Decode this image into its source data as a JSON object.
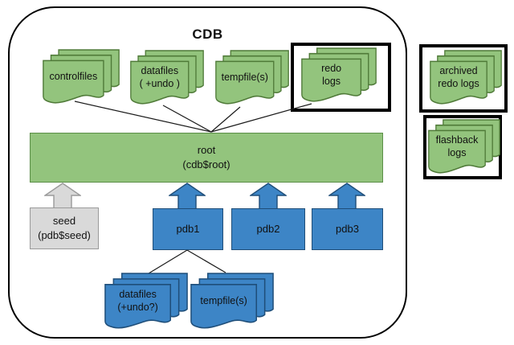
{
  "title": "CDB",
  "colors": {
    "green-fill": "#93c47d",
    "green-stroke": "#4f7a38",
    "root-stroke": "#5b8f47",
    "blue-fill": "#3d85c6",
    "blue-stroke": "#1f4e79",
    "gray-fill": "#d9d9d9",
    "gray-stroke": "#9a9a9a",
    "line-color": "#1a1a1a",
    "outline": "#000000"
  },
  "cdb": {
    "stacks": {
      "controlfiles": {
        "label": "controlfiles"
      },
      "datafiles": {
        "line1": "datafiles",
        "line2": "( +undo )"
      },
      "tempfiles": {
        "label": "tempfile(s)"
      },
      "redo_logs": {
        "line1": "redo",
        "line2": "logs"
      }
    },
    "root": {
      "line1": "root",
      "line2": "(cdb$root)"
    },
    "seed": {
      "line1": "seed",
      "line2": "(pdb$seed)"
    },
    "pdbs": [
      {
        "label": "pdb1"
      },
      {
        "label": "pdb2"
      },
      {
        "label": "pdb3"
      }
    ],
    "pdb1_stacks": {
      "datafiles": {
        "line1": "datafiles",
        "line2": "(+undo?)"
      },
      "tempfiles": {
        "label": "tempfile(s)"
      }
    }
  },
  "external": {
    "archived_redo_logs": {
      "line1": "archived",
      "line2": "redo logs"
    },
    "flashback_logs": {
      "line1": "flashback",
      "line2": "logs"
    }
  }
}
